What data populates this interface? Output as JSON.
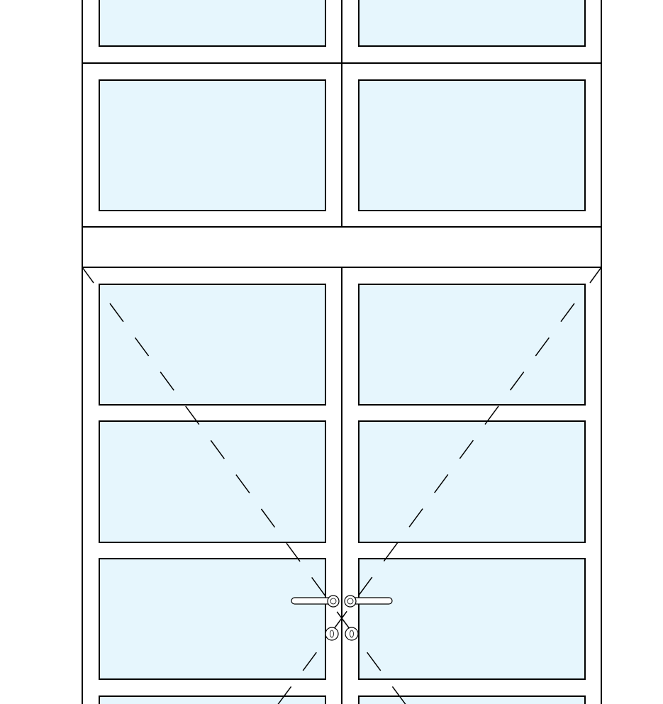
{
  "drawing": {
    "background_color": "#ffffff",
    "line_color": "#000000",
    "glass_color": "#e6f6fd",
    "upper_sash_labels": [
      "left",
      "right"
    ],
    "door_leaf_labels": [
      "left",
      "right"
    ],
    "pane_rows_visible_upper": 2,
    "pane_rows_visible_doors": 4,
    "hardware": {
      "handles": [
        "lever-handle-left",
        "lever-handle-right"
      ],
      "locks": [
        "cylinder-lock-left",
        "cylinder-lock-right"
      ]
    }
  }
}
